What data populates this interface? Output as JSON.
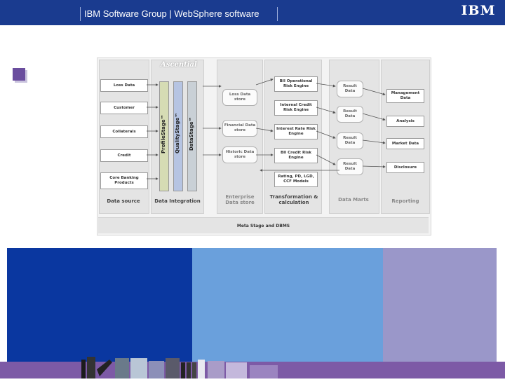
{
  "header": {
    "title": "IBM Software Group | WebSphere software",
    "logo_text": "IBM"
  },
  "diagram": {
    "logo": "Ascential",
    "data_source": {
      "items": [
        "Loss Data",
        "Customer",
        "Collaterals",
        "Credit",
        "Core Banking Products"
      ],
      "label": "Data source"
    },
    "data_integration": {
      "tools": [
        "ProfileStage™",
        "QualityStage™",
        "DataStage™"
      ],
      "label": "Data Integration"
    },
    "enterprise": {
      "stores": [
        "Loss Data store",
        "Financial Data store",
        "Historic Data store"
      ],
      "label": "Enterprise Data store"
    },
    "transformation": {
      "engines": [
        "BII Operational Risk Engine",
        "Internal Credit Risk Engine",
        "Interest Rate Risk Engine",
        "BII Credit Risk Engine",
        "Rating, PD, LGD, CCF Models"
      ],
      "label": "Transformation & calculation"
    },
    "data_marts": {
      "items": [
        "Result Data",
        "Result Data",
        "Result Data",
        "Result Data"
      ],
      "label": "Data Marts"
    },
    "reporting": {
      "items": [
        "Management Data",
        "Analysis",
        "Market Data",
        "Disclosure"
      ],
      "label": "Reporting"
    },
    "meta": "Meta Stage and DBMS"
  },
  "colors": {
    "header_blue": "#1a3b8f",
    "block_dark_blue": "#0a37a0",
    "block_light_blue": "#6aa0dc",
    "block_lavender": "#9a97c9",
    "footer_purple": "#7d5aa6"
  }
}
